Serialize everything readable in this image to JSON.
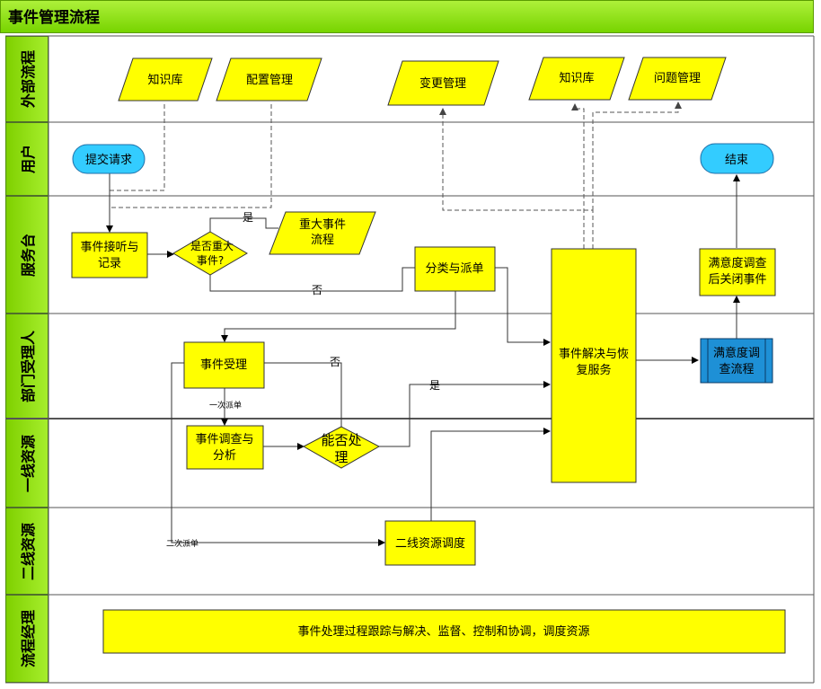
{
  "title": "事件管理流程",
  "lanes": [
    "外部流程",
    "用户",
    "服务台",
    "部门受理人",
    "一线资源",
    "二线资源",
    "流程经理"
  ],
  "nodes": {
    "kb1": "知识库",
    "config": "配置管理",
    "change": "变更管理",
    "kb2": "知识库",
    "problem": "问题管理",
    "submit": "提交请求",
    "end": "结束",
    "record_l1": "事件接听与",
    "record_l2": "记录",
    "major_l1": "是否重大",
    "major_l2": "事件?",
    "major_flow_l1": "重大事件",
    "major_flow_l2": "流程",
    "classify": "分类与派单",
    "resolve_l1": "事件解决与恢",
    "resolve_l2": "复服务",
    "survey_close_l1": "满意度调查",
    "survey_close_l2": "后关闭事件",
    "accept": "事件受理",
    "survey_flow_l1": "满意度调",
    "survey_flow_l2": "查流程",
    "investigate_l1": "事件调查与",
    "investigate_l2": "分析",
    "can_handle_l1": "能否处",
    "can_handle_l2": "理",
    "second_line": "二线资源调度",
    "manager": "事件处理过程跟踪与解决、监督、控制和协调，调度资源"
  },
  "edge_labels": {
    "yes_major": "是",
    "no_major": "否",
    "no_handle": "否",
    "yes_handle": "是",
    "first_dispatch": "一次派单",
    "second_dispatch": "二次派单"
  },
  "colors": {
    "lane_header": "#8fdc14",
    "process_fill": "#ffff00",
    "terminal_fill": "#33ccff",
    "subprocess_fill": "#1e90d6"
  }
}
